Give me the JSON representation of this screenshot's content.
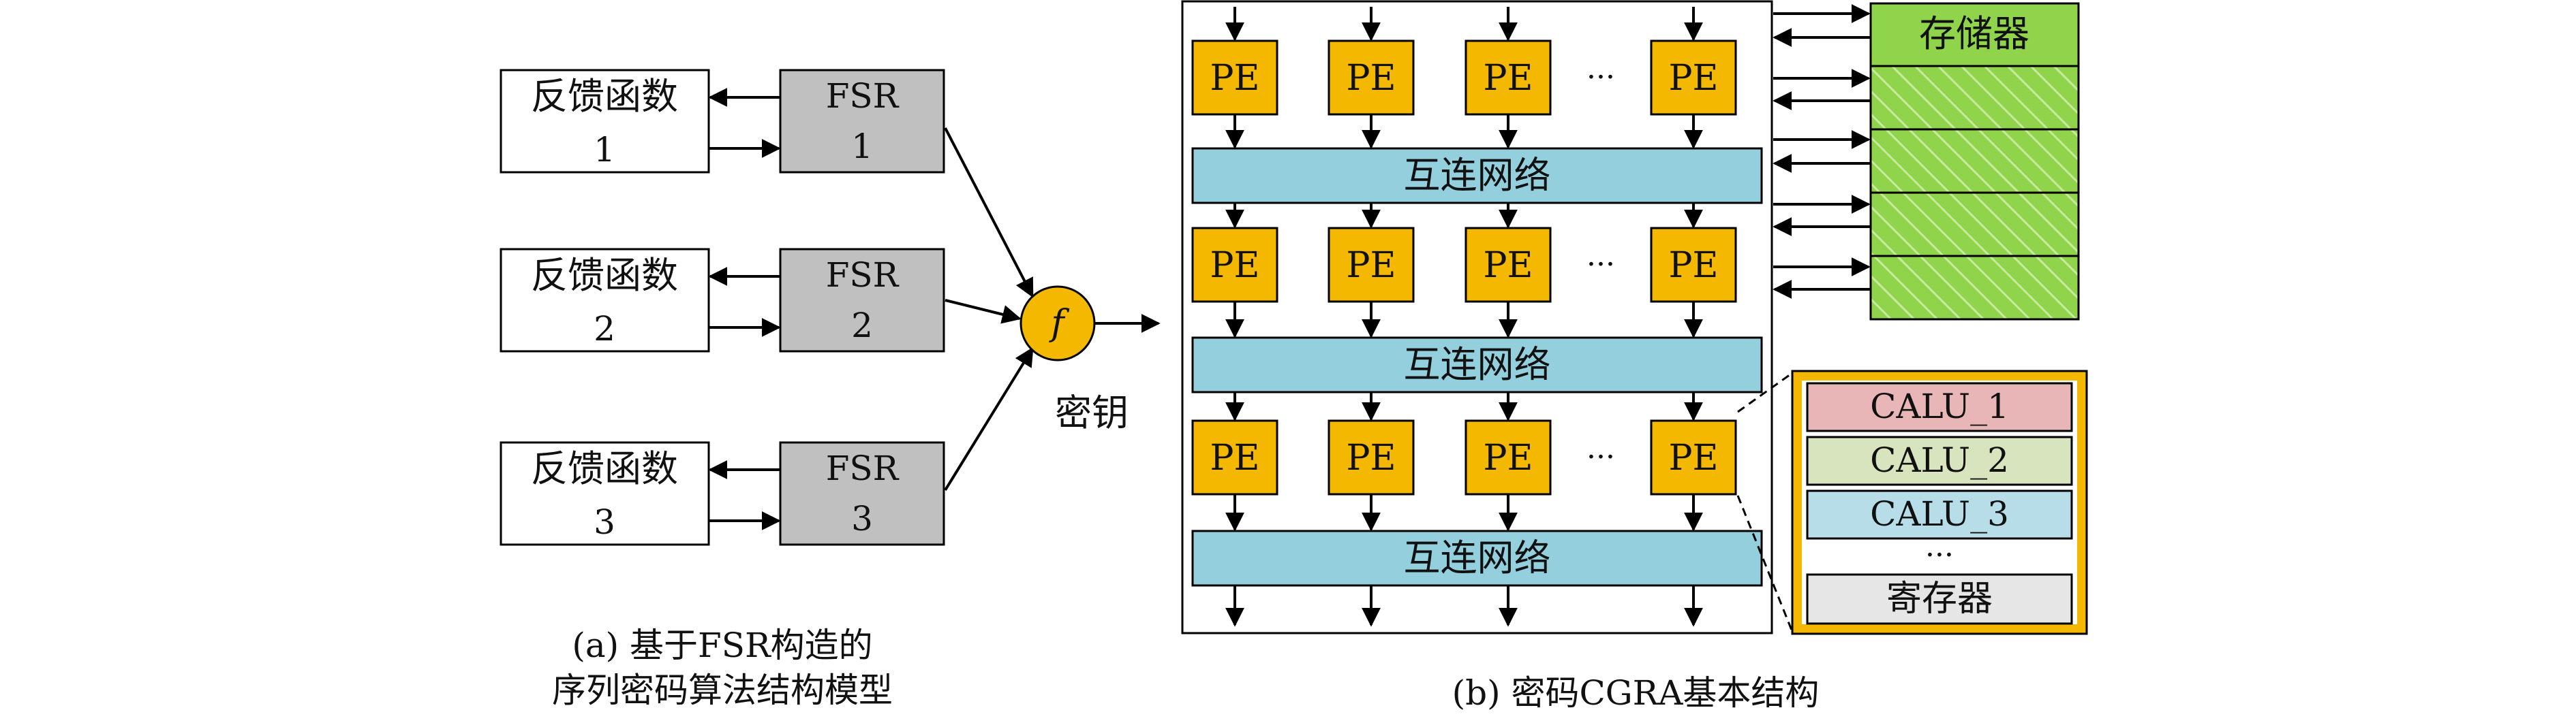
{
  "panel_a": {
    "rows": [
      {
        "func_label": "反馈函数",
        "func_index": "1",
        "fsr_label": "FSR",
        "fsr_index": "1"
      },
      {
        "func_label": "反馈函数",
        "func_index": "2",
        "fsr_label": "FSR",
        "fsr_index": "2"
      },
      {
        "func_label": "反馈函数",
        "func_index": "3",
        "fsr_label": "FSR",
        "fsr_index": "3"
      }
    ],
    "combiner_symbol": "f",
    "key_label": "密钥",
    "caption_line1": "(a) 基于FSR构造的",
    "caption_line2": "序列密码算法结构模型"
  },
  "panel_b": {
    "pe_label": "PE",
    "ellipsis": "···",
    "network_label": "互连网络",
    "memory_label": "存储器",
    "calu_labels": [
      "CALU_1",
      "CALU_2",
      "CALU_3"
    ],
    "detail_ellipsis": "···",
    "register_label": "寄存器",
    "caption": "(b) 密码CGRA基本结构"
  },
  "colors": {
    "fsr_fill": "#c0c0c0",
    "combiner_fill": "#f5b800",
    "pe_fill": "#f5b800",
    "network_fill": "#93cfdd",
    "memory_fill": "#8fd44a",
    "detail_border": "#f5b800",
    "calu1_fill": "#e8b6b6",
    "calu2_fill": "#d7e4bd",
    "calu3_fill": "#b7dde8",
    "register_fill": "#e6e6e6"
  }
}
